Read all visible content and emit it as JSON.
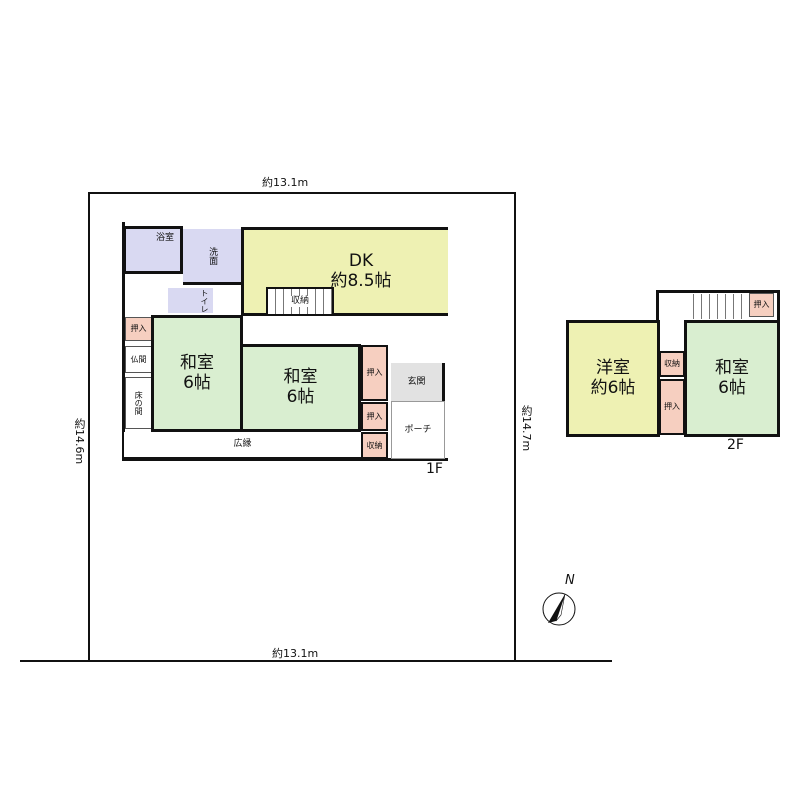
{
  "dimensions": {
    "top": "約13.1m",
    "bottom": "約13.1m",
    "left": "約14.6m",
    "right": "約14.7m"
  },
  "floor1": {
    "label": "1F",
    "rooms": {
      "bath": "浴室",
      "washroom": "洗面",
      "toilet": "トイレ",
      "dk_name": "DK",
      "dk_size": "約8.5帖",
      "storage_stairs": "収納",
      "closet_left": "押入",
      "butsuma": "仏間",
      "tokonoma": "床の間",
      "washitsu_left_name": "和室",
      "washitsu_left_size": "6帖",
      "washitsu_right_name": "和室",
      "washitsu_right_size": "6帖",
      "closet_right": "押入",
      "closet_right_lower": "押入",
      "storage_right": "収納",
      "genkan": "玄関",
      "porch": "ポーチ",
      "engawa": "広縁"
    }
  },
  "floor2": {
    "label": "2F",
    "rooms": {
      "yoshitsu_name": "洋室",
      "yoshitsu_size": "約6帖",
      "storage": "収納",
      "closet_mid": "押入",
      "closet_top": "押入",
      "washitsu_name": "和室",
      "washitsu_size": "6帖"
    }
  },
  "compass": {
    "label": "N",
    "icon": "north-arrow-icon"
  },
  "colors": {
    "dk": "#eef1b3",
    "washitsu": "#d9eed0",
    "closet": "#f6cfc0",
    "wet": "#d9d9f2",
    "genkan": "#e2e2e2"
  }
}
